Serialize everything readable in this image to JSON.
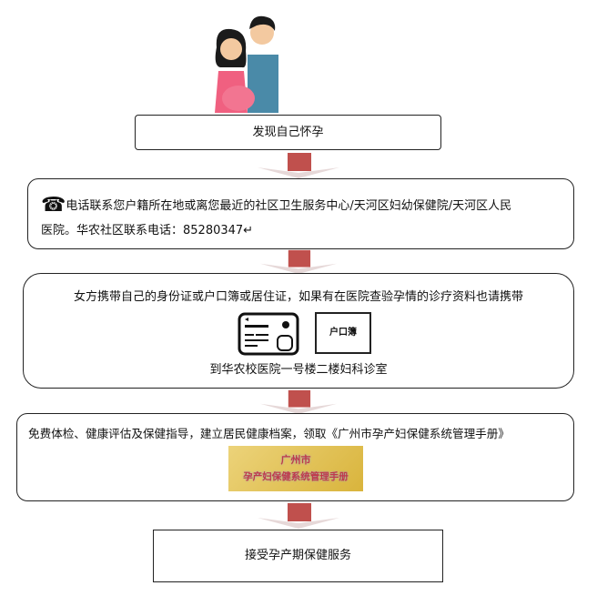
{
  "steps": [
    {
      "text": "发现自己怀孕"
    },
    {
      "line1": "电话联系您户籍所在地或离您最近的社区卫生服务中心/天河区妇幼保健院/天河区人民",
      "line2": "医院。华农社区联系电话：85280347↵"
    },
    {
      "line1": "女方携带自己的身份证或户口簿或居住证，如果有在医院查验孕情的诊疗资料也请携带",
      "booklet_label": "户口簿",
      "line2": "到华农校医院一号楼二楼妇科诊室"
    },
    {
      "line1": "免费体检、健康评估及保健指导，建立居民健康档案，领取《广州市孕产妇保健系统管理手册》",
      "handbook_title1": "广州市",
      "handbook_title2": "孕产妇保健系统管理手册"
    },
    {
      "text": "接受孕产期保健服务"
    }
  ],
  "colors": {
    "arrow": "#c0504d",
    "arrow_chevron": "#e6d8d8",
    "handbook_bg": "#e3c552",
    "handbook_text": "#c0394a"
  }
}
